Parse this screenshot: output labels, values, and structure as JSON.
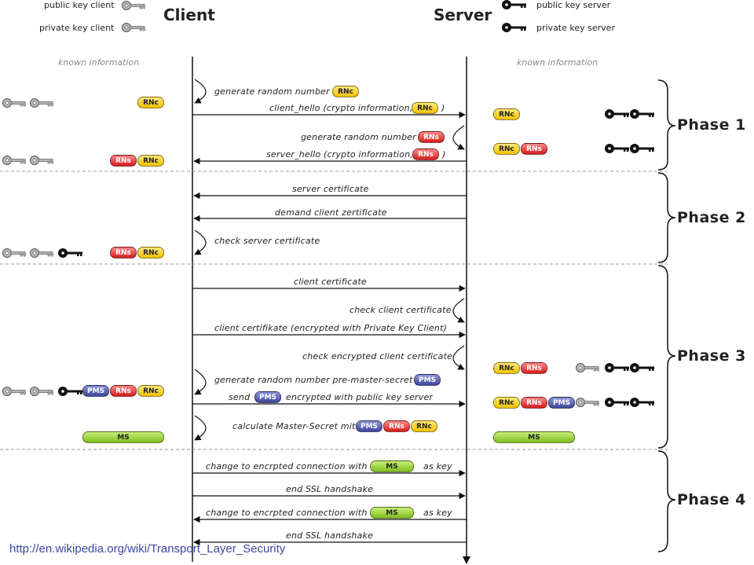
{
  "legend": {
    "public_key_client": "public key client",
    "private_key_client": "private key client",
    "public_key_server": "public key server",
    "private_key_server": "private key server"
  },
  "headers": {
    "client": "Client",
    "server": "Server"
  },
  "known_info": {
    "left": "known information",
    "right": "known information"
  },
  "phases": [
    "Phase 1",
    "Phase 2",
    "Phase 3",
    "Phase 4"
  ],
  "badges": {
    "rnc": "RNc",
    "rns": "RNs",
    "pms": "PMS",
    "ms": "MS"
  },
  "messages": {
    "m1": "generate random number",
    "m2": "client_hello (crypto information,",
    "m2_close": ")",
    "m3": "generate random number",
    "m4": "server_hello (crypto information,",
    "m4_close": ")",
    "m5": "server certificate",
    "m6": "demand client zertificate",
    "m7": "check server certificate",
    "m8": "client certificate",
    "m9": "check client certificate",
    "m10": "client certifikate (encrypted with Private Key Client)",
    "m11": "check encrypted client certificate",
    "m12": "generate random number pre-master-secret",
    "m13a": "send",
    "m13b": "encrypted with public key server",
    "m14": "calculate Master-Secret mit",
    "m15a": "change to encrpted connection with",
    "m15b": "as key",
    "m16": "end SSL handshake",
    "m17a": "change to encrpted connection with",
    "m17b": "as key",
    "m18": "end SSL handshake"
  },
  "source_url": "http://en.wikipedia.org/wiki/Transport_Layer_Security",
  "colors": {
    "rnc": "#f2c100",
    "rns": "#d61b1b",
    "pms": "#3b449a",
    "ms": "#7fbe1e"
  }
}
